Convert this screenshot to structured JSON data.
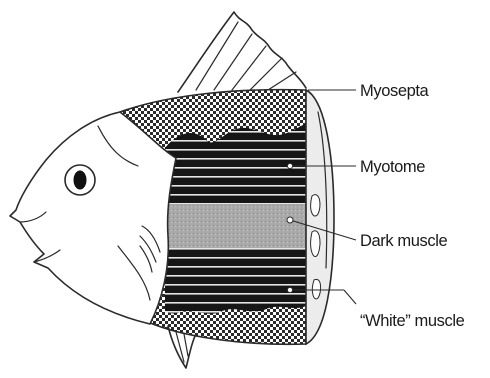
{
  "labels": {
    "myosepta": "Myosepta",
    "myotome": "Myotome",
    "dark_muscle": "Dark muscle",
    "white_muscle": "“White” muscle"
  }
}
